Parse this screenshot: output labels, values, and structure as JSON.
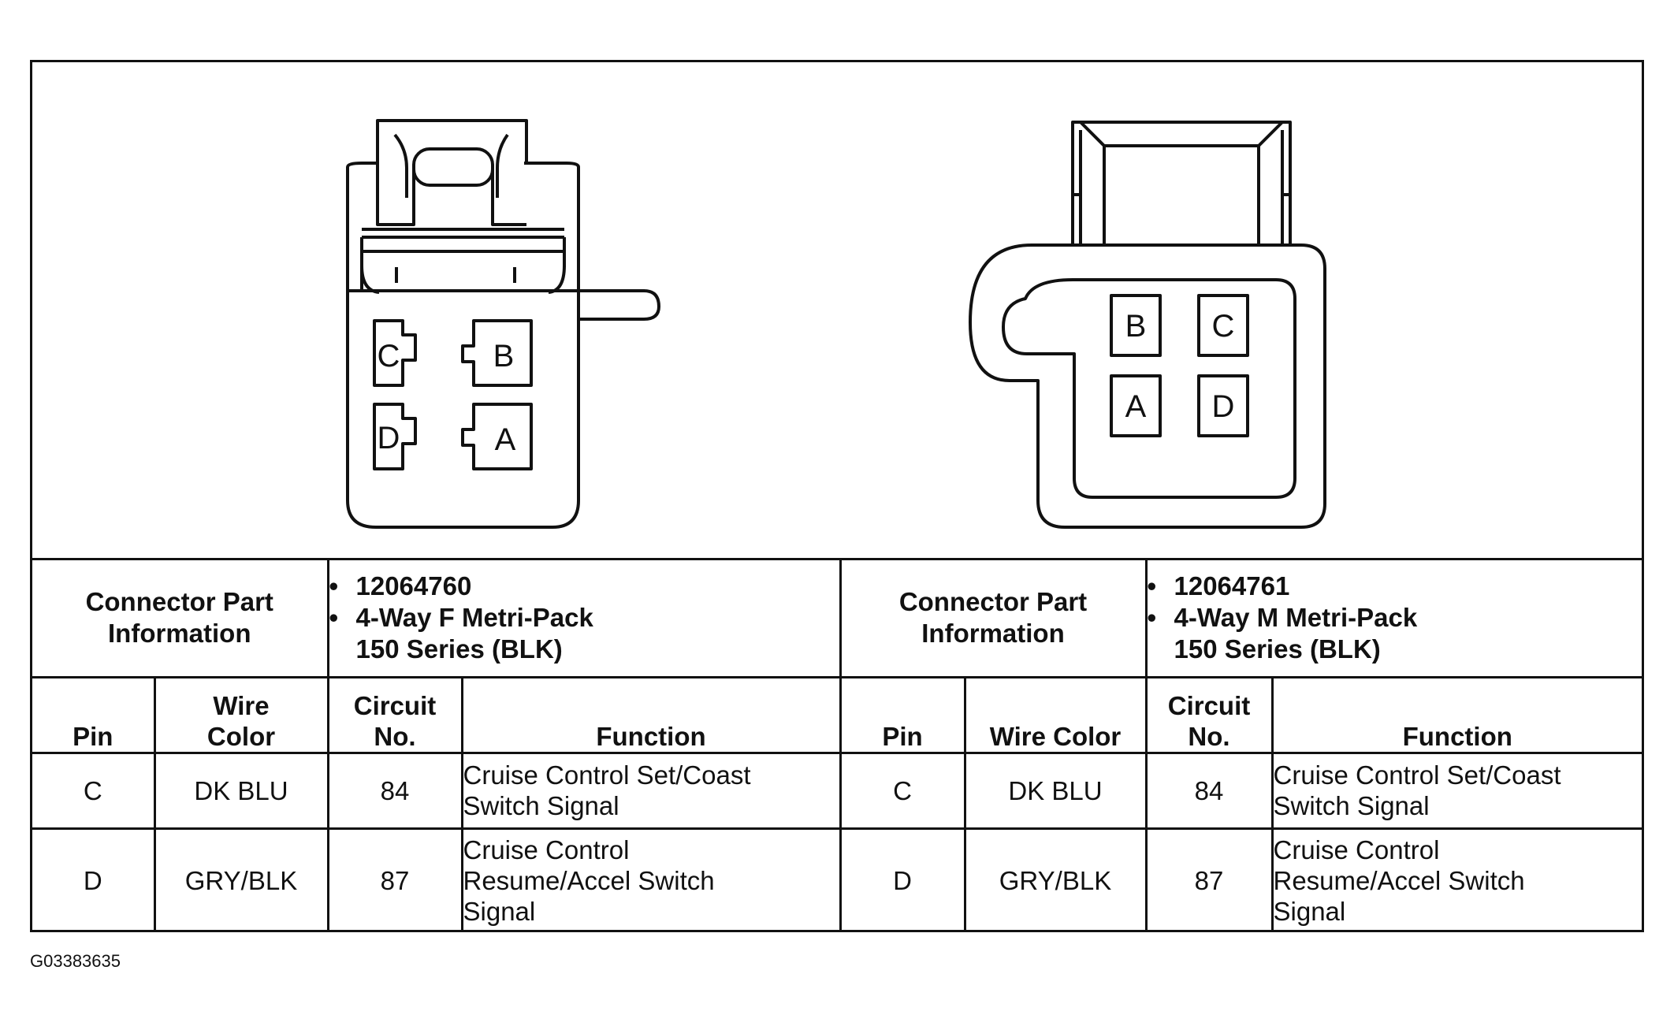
{
  "connectors": [
    {
      "id": "female",
      "pins_layout": [
        [
          "C",
          "B"
        ],
        [
          "D",
          "A"
        ]
      ],
      "info_label": "Connector Part\nInformation",
      "part_number": "12064760",
      "description": "4-Way F Metri-Pack\n150 Series (BLK)"
    },
    {
      "id": "male",
      "pins_layout": [
        [
          "B",
          "C"
        ],
        [
          "A",
          "D"
        ]
      ],
      "info_label": "Connector Part\nInformation",
      "part_number": "12064761",
      "description": "4-Way M Metri-Pack\n150 Series (BLK)"
    }
  ],
  "headers": {
    "left": {
      "pin": "Pin",
      "wire_color": "Wire\nColor",
      "circuit": "Circuit\nNo.",
      "function": "Function"
    },
    "right": {
      "pin": "Pin",
      "wire_color": "Wire Color",
      "circuit": "Circuit\nNo.",
      "function": "Function"
    }
  },
  "rows": [
    {
      "left": {
        "pin": "C",
        "wire_color": "DK BLU",
        "circuit": "84",
        "function": "Cruise Control Set/Coast\nSwitch Signal"
      },
      "right": {
        "pin": "C",
        "wire_color": "DK BLU",
        "circuit": "84",
        "function": "Cruise Control Set/Coast\nSwitch Signal"
      }
    },
    {
      "left": {
        "pin": "D",
        "wire_color": "GRY/BLK",
        "circuit": "87",
        "function": "Cruise Control\nResume/Accel Switch\nSignal"
      },
      "right": {
        "pin": "D",
        "wire_color": "GRY/BLK",
        "circuit": "87",
        "function": "Cruise Control\nResume/Accel Switch\nSignal"
      }
    }
  ],
  "figure_id": "G03383635"
}
